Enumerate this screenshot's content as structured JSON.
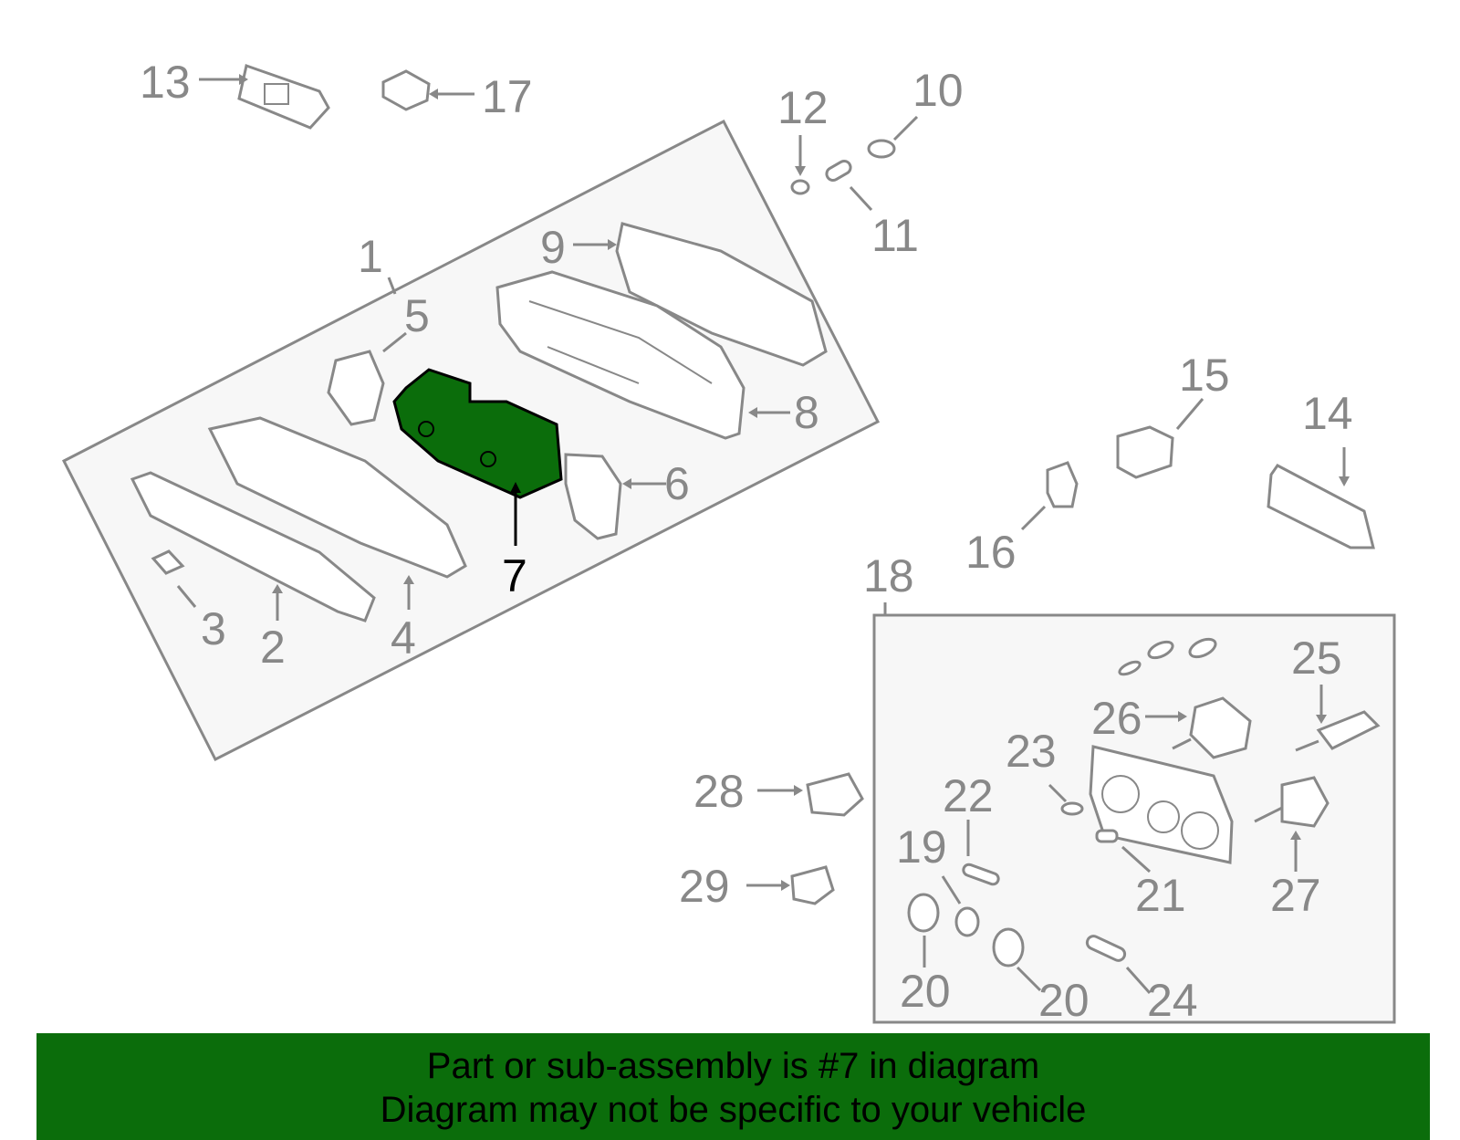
{
  "diagram": {
    "highlighted_callout": "7",
    "highlight_color": "#0b6d0b",
    "callouts": [
      "1",
      "2",
      "3",
      "4",
      "5",
      "6",
      "7",
      "8",
      "9",
      "10",
      "11",
      "12",
      "13",
      "14",
      "15",
      "16",
      "17",
      "18",
      "19",
      "20",
      "20",
      "21",
      "22",
      "23",
      "24",
      "25",
      "26",
      "27",
      "28",
      "29"
    ]
  },
  "banner": {
    "line1": "Part or sub-assembly is #7 in diagram",
    "line2": "Diagram may not be specific to your vehicle",
    "background": "#0b6d0b"
  }
}
